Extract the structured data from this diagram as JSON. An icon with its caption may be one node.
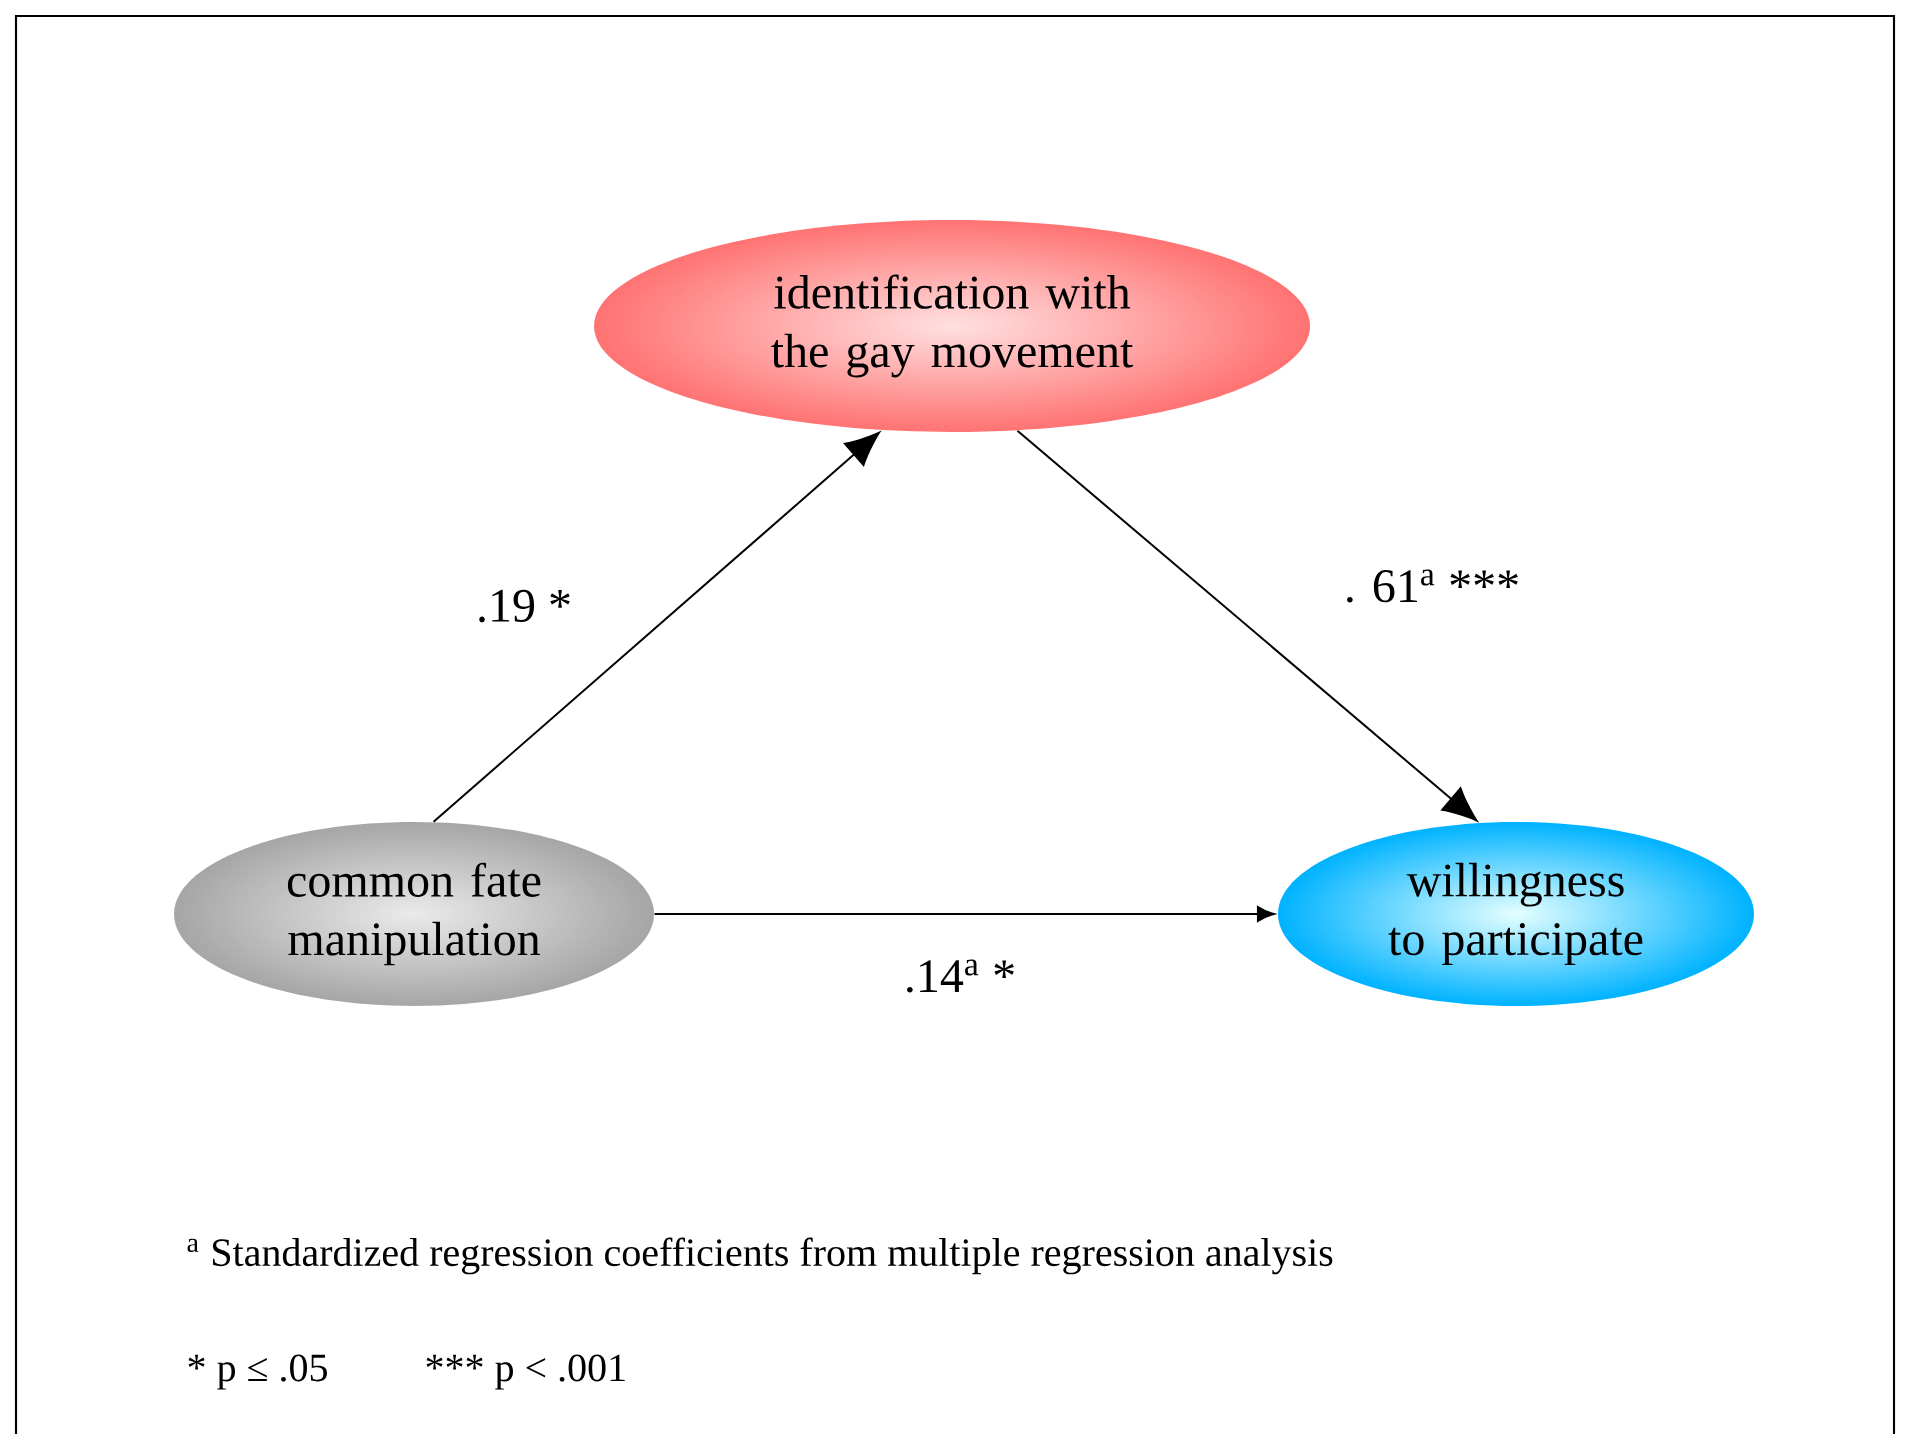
{
  "diagram": {
    "nodes": [
      {
        "text": [
          "identification with the gay movement"
        ]
      },
      {
        "text": [
          "common fate manipulation"
        ]
      },
      {
        "text": [
          "willingness to participate"
        ]
      }
    ],
    "edges": [
      {
        "from": 1,
        "to": 0,
        "arrow": "to",
        "label": ".19 *"
      },
      {
        "from": 0,
        "to": 2,
        "arrow": "to",
        "label": ". 61$^{a}$ ***"
      },
      {
        "from": 1,
        "to": 2,
        "arrow": "to",
        "label": ".14$^{a}$ *"
      }
    ],
    "labels": [
      "$^{a}$ Standardized regression coefficients from multiple regression analysis",
      "* p ≤ .05",
      "*** p < .001"
    ]
  }
}
